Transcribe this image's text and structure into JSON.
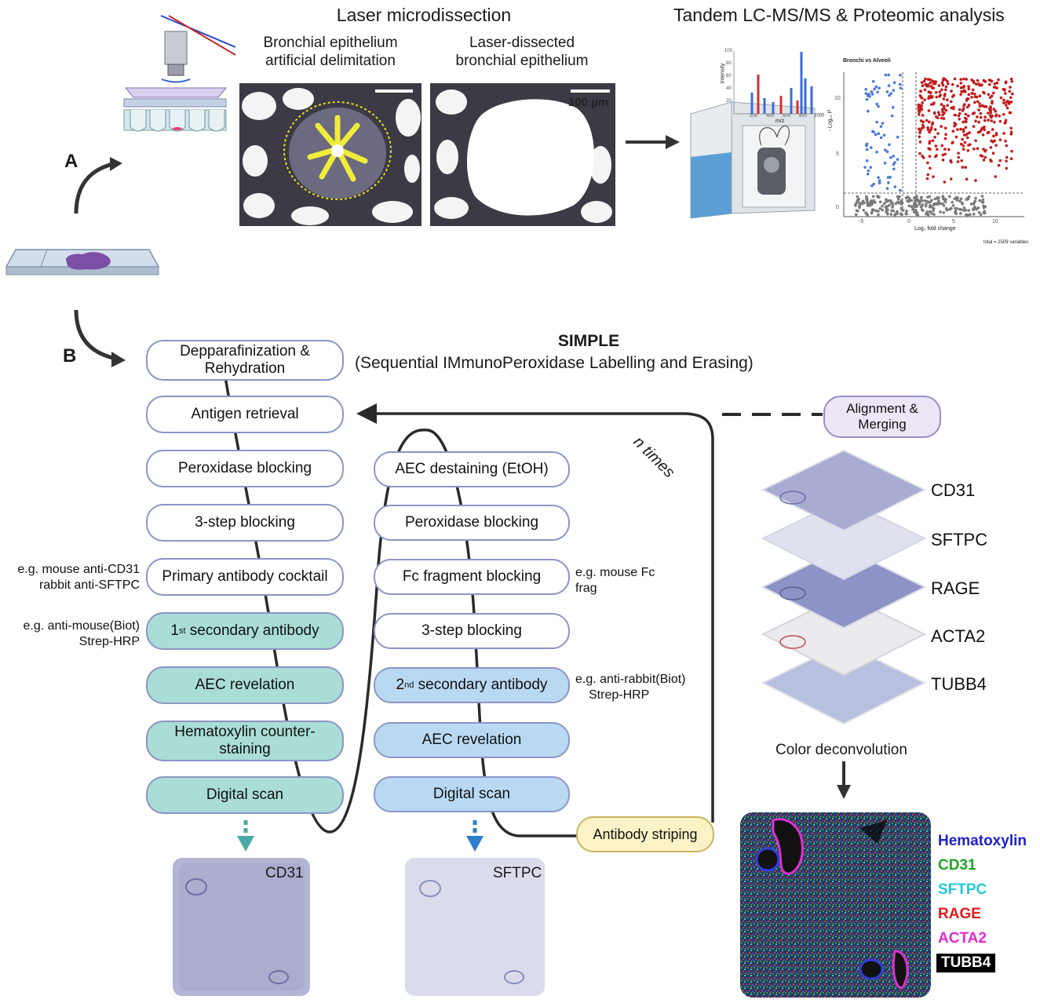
{
  "panel_a": {
    "label": "A",
    "lmd_title": "Laser microdissection",
    "img1_caption_1": "Bronchial epithelium",
    "img1_caption_2": "artificial delimitation",
    "img2_caption_1": "Laser-dissected",
    "img2_caption_2": "bronchial epithelium",
    "scale_bar": "100 µm",
    "ms_title": "Tandem LC-MS/MS & Proteomic analysis",
    "spectrum": {
      "y_label": "Intensity",
      "x_label": "m/z",
      "x_ticks": [
        "200",
        "400",
        "600",
        "800",
        "1000"
      ],
      "y_ticks": [
        "100",
        "80",
        "60",
        "40",
        "20"
      ]
    },
    "volcano": {
      "title": "Bronchi vs Alveoli",
      "y_label": "- Log₁₀ P",
      "x_label": "Log₂ fold change",
      "footer": "total = 2509 variables",
      "x_ticks": [
        "-5",
        "0",
        "5",
        "10"
      ],
      "y_ticks": [
        "10",
        "5",
        "0"
      ]
    }
  },
  "panel_b": {
    "label": "B",
    "title": "SIMPLE",
    "subtitle": "(Sequential  IMmunoPeroxidase Labelling and Erasing)",
    "col1": [
      {
        "line1": "Depparafinization &",
        "line2": "Rehydration"
      },
      {
        "line1": "Antigen retrieval",
        "line2": ""
      },
      {
        "line1": "Peroxidase blocking",
        "line2": ""
      },
      {
        "line1": "3-step blocking",
        "line2": ""
      },
      {
        "line1": "Primary antibody cocktail",
        "line2": ""
      },
      {
        "pre": "1",
        "sup": "st",
        "post": " secondary antibody"
      },
      {
        "line1": "AEC revelation",
        "line2": ""
      },
      {
        "line1": "Hematoxylin counter-",
        "line2": "staining"
      },
      {
        "line1": "Digital scan",
        "line2": ""
      }
    ],
    "col2": [
      {
        "line1": "AEC destaining (EtOH)"
      },
      {
        "line1": "Peroxidase blocking"
      },
      {
        "line1": "Fc fragment blocking"
      },
      {
        "line1": "3-step blocking"
      },
      {
        "pre": "2",
        "sup": "nd",
        "post": " secondary antibody"
      },
      {
        "line1": "AEC revelation"
      },
      {
        "line1": "Digital scan"
      }
    ],
    "notes": {
      "primary_1": "e.g. mouse anti-CD31",
      "primary_2": "rabbit anti-SFTPC",
      "secondary1_1": "e.g. anti-mouse(Biot)",
      "secondary1_2": "Strep-HRP",
      "fc_1": "e.g. mouse Fc",
      "fc_2": "frag",
      "secondary2_1": "e.g. anti-rabbit(Biot)",
      "secondary2_2": "Strep-HRP"
    },
    "n_times": "n times",
    "antibody_striping": "Antibody striping",
    "alignment_1": "Alignment &",
    "alignment_2": "Merging",
    "stack_labels": [
      "CD31",
      "SFTPC",
      "RAGE",
      "ACTA2",
      "TUBB4"
    ],
    "scan1_label": "CD31",
    "scan2_label": "SFTPC",
    "color_deconvolution": "Color deconvolution",
    "legend": [
      {
        "name": "Hematoxylin",
        "color": "#1d22c8"
      },
      {
        "name": "CD31",
        "color": "#1fa51f"
      },
      {
        "name": "SFTPC",
        "color": "#21c9d6"
      },
      {
        "name": "RAGE",
        "color": "#e01c1c"
      },
      {
        "name": "ACTA2",
        "color": "#e22bd0"
      },
      {
        "name": "TUBB4",
        "color": "#ffffff"
      }
    ]
  }
}
